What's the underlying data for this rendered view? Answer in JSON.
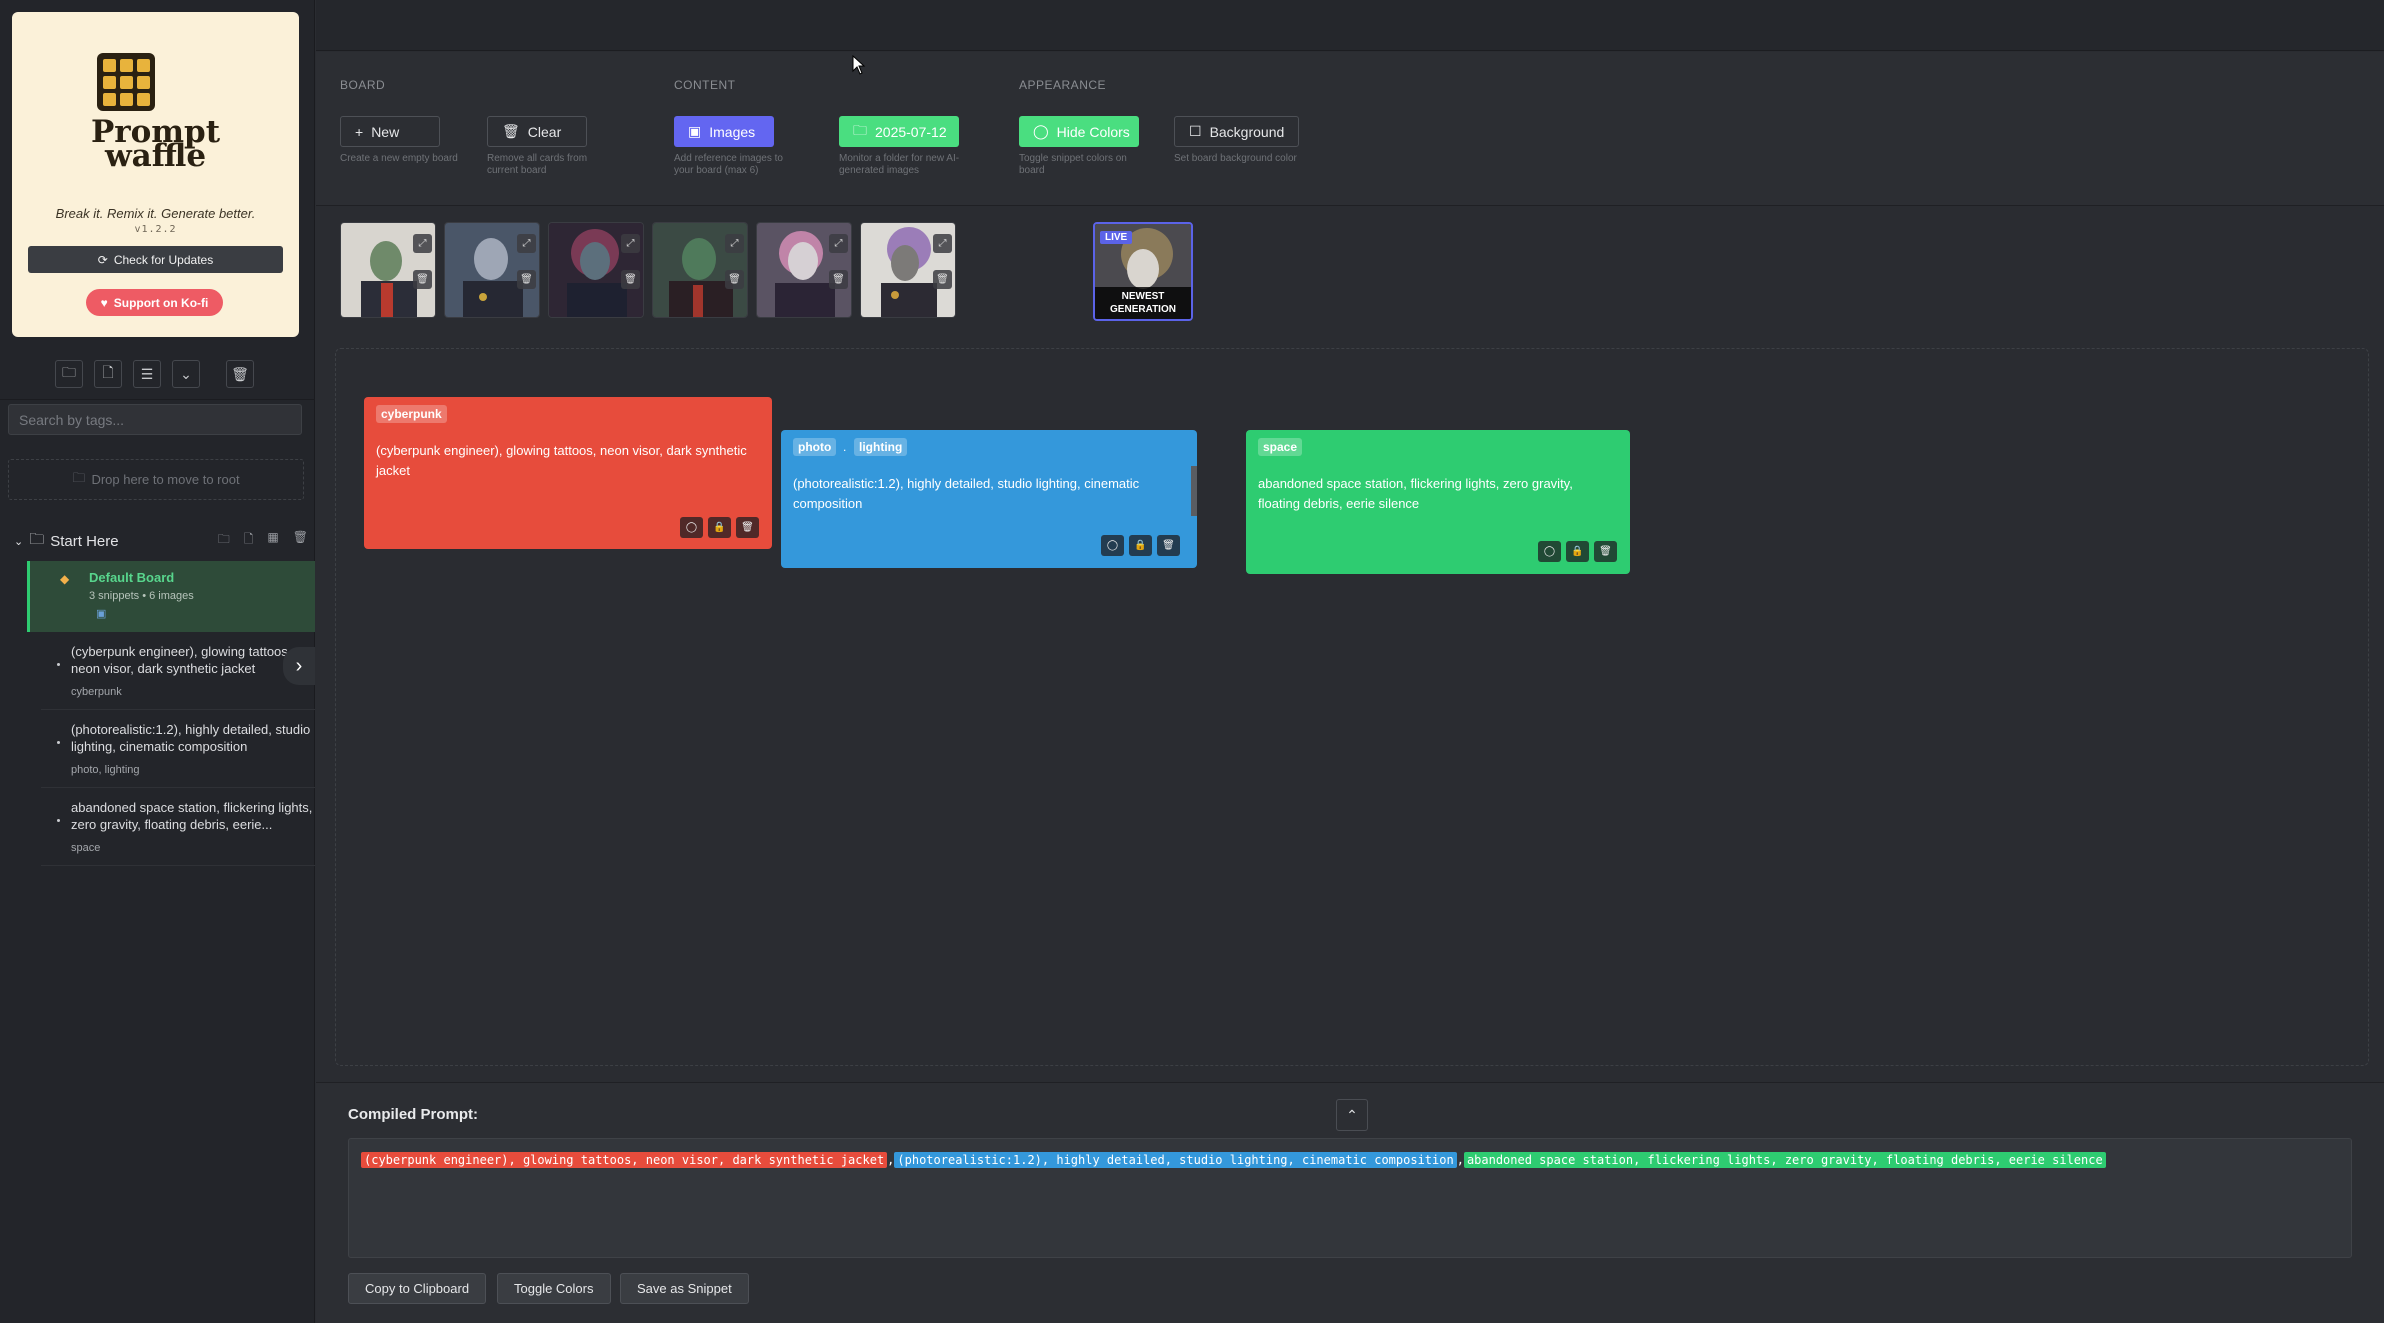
{
  "app": {
    "name_line1": "Prompt",
    "name_line2": "waffle",
    "tagline": "Break it. Remix it. Generate better.",
    "version": "v1.2.2",
    "check_updates_label": "Check for Updates",
    "kofi_label": "Support on Ko-fi"
  },
  "sidebar": {
    "search_placeholder": "Search by tags...",
    "dropzone_label": "Drop here to move to root",
    "folder": {
      "name": "Start Here"
    },
    "board": {
      "name": "Default Board",
      "meta": "3 snippets • 6 images"
    },
    "snippets": [
      {
        "text": "(cyberpunk engineer), glowing tattoos, neon visor, dark synthetic jacket",
        "tags": "cyberpunk"
      },
      {
        "text": "(photorealistic:1.2), highly detailed, studio lighting, cinematic composition",
        "tags": "photo, lighting"
      },
      {
        "text": "abandoned space station, flickering lights, zero gravity, floating debris, eerie...",
        "tags": "space"
      }
    ]
  },
  "toolbar": {
    "board_label": "BOARD",
    "content_label": "CONTENT",
    "appearance_label": "APPEARANCE",
    "new_label": "New",
    "new_desc": "Create a new empty board",
    "clear_label": "Clear",
    "clear_desc_1": "Remove all cards from",
    "clear_desc_2": "current board",
    "images_label": "Images",
    "images_desc_1": "Add reference images to",
    "images_desc_2": "your board (max 6)",
    "folder_label": "2025-07-12",
    "folder_desc_1": "Monitor a folder for new AI-",
    "folder_desc_2": "generated images",
    "hide_colors_label": "Hide Colors",
    "hide_colors_desc_1": "Toggle snippet colors on",
    "hide_colors_desc_2": "board",
    "background_label": "Background",
    "background_desc": "Set board background color"
  },
  "live": {
    "badge": "LIVE",
    "caption_1": "NEWEST",
    "caption_2": "GENERATION"
  },
  "cards": [
    {
      "tags": [
        "cyberpunk"
      ],
      "text": "(cyberpunk engineer), glowing tattoos, neon visor, dark synthetic jacket",
      "color": "#e74c3c"
    },
    {
      "tags": [
        "photo",
        "lighting"
      ],
      "text": "(photorealistic:1.2), highly detailed, studio lighting, cinematic composition",
      "color": "#3498db"
    },
    {
      "tags": [
        "space"
      ],
      "text": "abandoned space station, flickering lights, zero gravity, floating debris, eerie silence",
      "color": "#2ecc71"
    }
  ],
  "compiled": {
    "title": "Compiled Prompt:",
    "segments": [
      "(cyberpunk engineer), glowing tattoos, neon visor, dark synthetic jacket",
      "(photorealistic:1.2), highly detailed, studio lighting, cinematic composition",
      "abandoned space station, flickering lights, zero gravity, floating debris, eerie silence"
    ],
    "separator": ",",
    "copy_label": "Copy to Clipboard",
    "toggle_label": "Toggle Colors",
    "save_label": "Save as Snippet"
  }
}
